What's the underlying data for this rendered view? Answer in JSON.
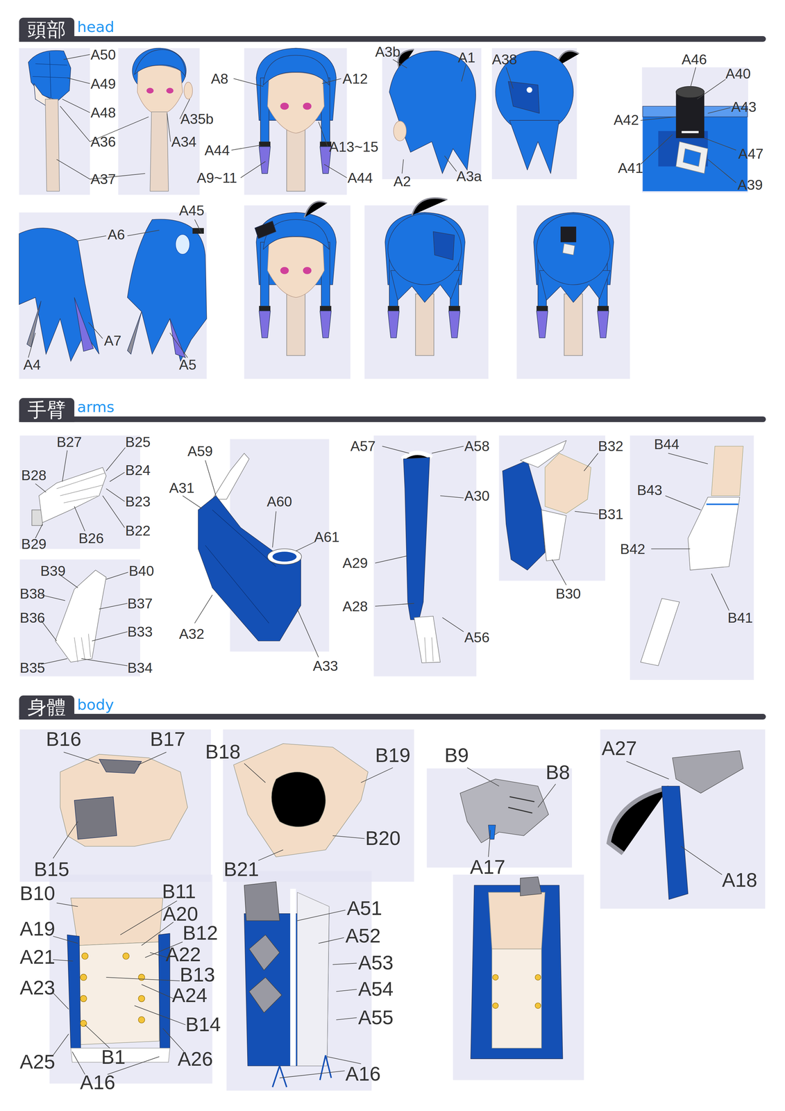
{
  "diagram": {
    "nodes": [
      {
        "text": [
          "頭部",
          "head"
        ]
      },
      {
        "text": [
          "手臂",
          "arms"
        ]
      },
      {
        "text": [
          "身體",
          "body"
        ]
      }
    ],
    "labels": [
      "A50",
      "A49",
      "A48",
      "A36",
      "A37",
      "A35b",
      "A34",
      "A8",
      "A12",
      "A44",
      "A13~15",
      "A9~11",
      "A44",
      "A3b",
      "A1",
      "A2",
      "A3a",
      "A38",
      "A46",
      "A40",
      "A43",
      "A42",
      "A47",
      "A41",
      "A39",
      "A45",
      "A6",
      "A7",
      "A4",
      "A5",
      "B27",
      "B25",
      "B28",
      "B24",
      "B23",
      "B29",
      "B26",
      "B22",
      "B39",
      "B40",
      "B38",
      "B37",
      "B36",
      "B33",
      "B35",
      "B34",
      "A59",
      "A31",
      "A60",
      "A61",
      "A32",
      "A33",
      "A57",
      "A58",
      "A30",
      "A29",
      "A28",
      "A56",
      "B32",
      "B31",
      "B30",
      "B44",
      "B43",
      "B42",
      "B41",
      "B16",
      "B17",
      "B15",
      "B18",
      "B19",
      "B20",
      "B21",
      "B9",
      "B8",
      "A17",
      "A27",
      "A18",
      "B10",
      "B11",
      "A20",
      "A19",
      "B12",
      "A21",
      "A22",
      "B13",
      "A23",
      "A24",
      "B14",
      "A25",
      "B1",
      "A26",
      "A16",
      "A51",
      "A52",
      "A53",
      "A54",
      "A55",
      "A16"
    ]
  }
}
